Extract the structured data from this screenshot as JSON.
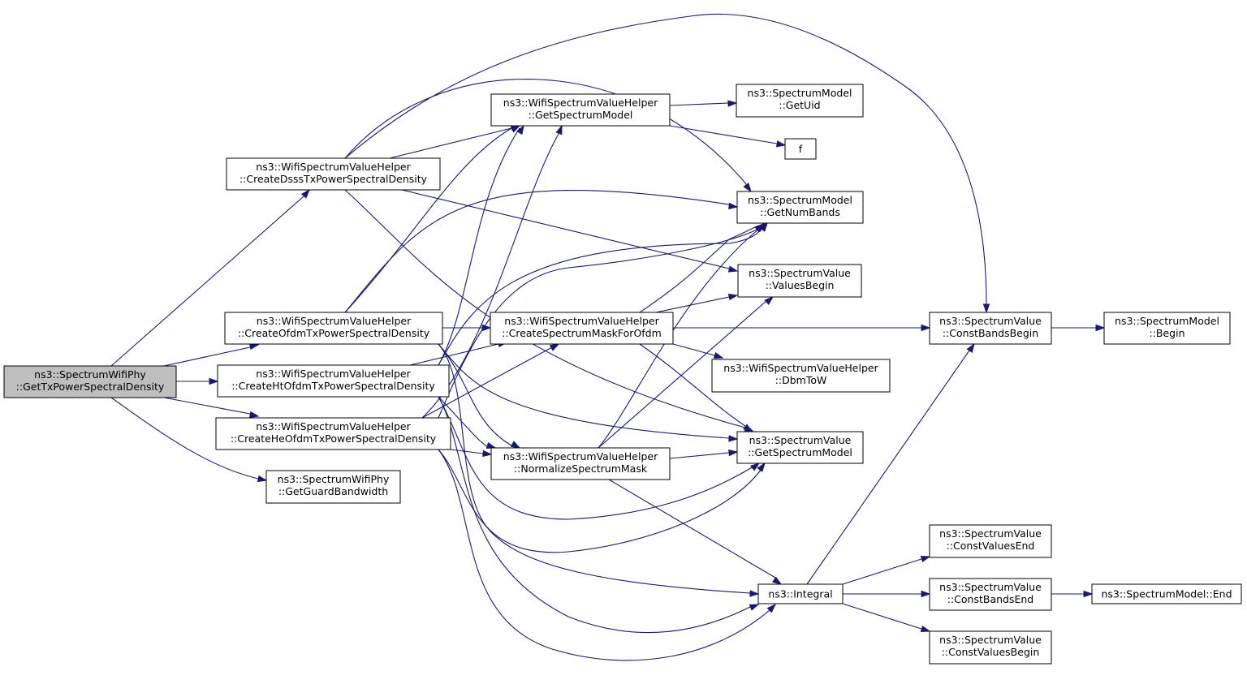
{
  "nodes": [
    {
      "id": "root",
      "lines": [
        "ns3::SpectrumWifiPhy",
        "::GetTxPowerSpectralDensity"
      ],
      "root": true
    },
    {
      "id": "dsss",
      "lines": [
        "ns3::WifiSpectrumValueHelper",
        "::CreateDsssTxPowerSpectralDensity"
      ]
    },
    {
      "id": "ofdm",
      "lines": [
        "ns3::WifiSpectrumValueHelper",
        "::CreateOfdmTxPowerSpectralDensity"
      ]
    },
    {
      "id": "htofdm",
      "lines": [
        "ns3::WifiSpectrumValueHelper",
        "::CreateHtOfdmTxPowerSpectralDensity"
      ]
    },
    {
      "id": "heofdm",
      "lines": [
        "ns3::WifiSpectrumValueHelper",
        "::CreateHeOfdmTxPowerSpectralDensity"
      ]
    },
    {
      "id": "guardbw",
      "lines": [
        "ns3::SpectrumWifiPhy",
        "::GetGuardBandwidth"
      ]
    },
    {
      "id": "getspecmodel",
      "lines": [
        "ns3::WifiSpectrumValueHelper",
        "::GetSpectrumModel"
      ]
    },
    {
      "id": "createmask",
      "lines": [
        "ns3::WifiSpectrumValueHelper",
        "::CreateSpectrumMaskForOfdm"
      ]
    },
    {
      "id": "normalize",
      "lines": [
        "ns3::WifiSpectrumValueHelper",
        "::NormalizeSpectrumMask"
      ]
    },
    {
      "id": "getuid",
      "lines": [
        "ns3::SpectrumModel",
        "::GetUid"
      ]
    },
    {
      "id": "f",
      "lines": [
        "f"
      ]
    },
    {
      "id": "getnumbands",
      "lines": [
        "ns3::SpectrumModel",
        "::GetNumBands"
      ]
    },
    {
      "id": "valuesbegin",
      "lines": [
        "ns3::SpectrumValue",
        "::ValuesBegin"
      ]
    },
    {
      "id": "dbmtow",
      "lines": [
        "ns3::WifiSpectrumValueHelper",
        "::DbmToW"
      ]
    },
    {
      "id": "svgetspecmodel",
      "lines": [
        "ns3::SpectrumValue",
        "::GetSpectrumModel"
      ]
    },
    {
      "id": "integral",
      "lines": [
        "ns3::Integral"
      ]
    },
    {
      "id": "constbandsbegin",
      "lines": [
        "ns3::SpectrumValue",
        "::ConstBandsBegin"
      ]
    },
    {
      "id": "smbegin",
      "lines": [
        "ns3::SpectrumModel",
        "::Begin"
      ]
    },
    {
      "id": "constvaluesend",
      "lines": [
        "ns3::SpectrumValue",
        "::ConstValuesEnd"
      ]
    },
    {
      "id": "constbandsend",
      "lines": [
        "ns3::SpectrumValue",
        "::ConstBandsEnd"
      ]
    },
    {
      "id": "smend",
      "lines": [
        "ns3::SpectrumModel::End"
      ]
    },
    {
      "id": "constvaluesbegin",
      "lines": [
        "ns3::SpectrumValue",
        "::ConstValuesBegin"
      ]
    }
  ],
  "edges": [
    {
      "from": "root",
      "to": "dsss"
    },
    {
      "from": "root",
      "to": "ofdm"
    },
    {
      "from": "root",
      "to": "htofdm"
    },
    {
      "from": "root",
      "to": "heofdm"
    },
    {
      "from": "root",
      "to": "guardbw"
    },
    {
      "from": "dsss",
      "to": "getspecmodel"
    },
    {
      "from": "dsss",
      "to": "getnumbands"
    },
    {
      "from": "dsss",
      "to": "valuesbegin"
    },
    {
      "from": "dsss",
      "to": "constbandsbegin"
    },
    {
      "from": "dsss",
      "to": "svgetspecmodel"
    },
    {
      "from": "ofdm",
      "to": "getspecmodel"
    },
    {
      "from": "ofdm",
      "to": "getnumbands"
    },
    {
      "from": "ofdm",
      "to": "createmask"
    },
    {
      "from": "ofdm",
      "to": "normalize"
    },
    {
      "from": "ofdm",
      "to": "svgetspecmodel"
    },
    {
      "from": "ofdm",
      "to": "integral"
    },
    {
      "from": "htofdm",
      "to": "getspecmodel"
    },
    {
      "from": "htofdm",
      "to": "getnumbands"
    },
    {
      "from": "htofdm",
      "to": "createmask"
    },
    {
      "from": "htofdm",
      "to": "normalize"
    },
    {
      "from": "htofdm",
      "to": "svgetspecmodel"
    },
    {
      "from": "htofdm",
      "to": "integral"
    },
    {
      "from": "heofdm",
      "to": "getspecmodel"
    },
    {
      "from": "heofdm",
      "to": "getnumbands"
    },
    {
      "from": "heofdm",
      "to": "createmask"
    },
    {
      "from": "heofdm",
      "to": "normalize"
    },
    {
      "from": "heofdm",
      "to": "svgetspecmodel"
    },
    {
      "from": "heofdm",
      "to": "integral"
    },
    {
      "from": "getspecmodel",
      "to": "getuid"
    },
    {
      "from": "getspecmodel",
      "to": "f"
    },
    {
      "from": "createmask",
      "to": "getnumbands"
    },
    {
      "from": "createmask",
      "to": "valuesbegin"
    },
    {
      "from": "createmask",
      "to": "constbandsbegin"
    },
    {
      "from": "createmask",
      "to": "dbmtow"
    },
    {
      "from": "createmask",
      "to": "svgetspecmodel"
    },
    {
      "from": "normalize",
      "to": "getnumbands"
    },
    {
      "from": "normalize",
      "to": "valuesbegin"
    },
    {
      "from": "normalize",
      "to": "svgetspecmodel"
    },
    {
      "from": "normalize",
      "to": "integral"
    },
    {
      "from": "integral",
      "to": "constbandsbegin"
    },
    {
      "from": "integral",
      "to": "constvaluesend"
    },
    {
      "from": "integral",
      "to": "constbandsend"
    },
    {
      "from": "integral",
      "to": "constvaluesbegin"
    },
    {
      "from": "constbandsbegin",
      "to": "smbegin"
    },
    {
      "from": "constbandsend",
      "to": "smend"
    }
  ],
  "colors": {
    "edge": "#191970",
    "root_fill": "#bfbfbf",
    "node_fill": "#ffffff",
    "node_border": "#000000"
  }
}
